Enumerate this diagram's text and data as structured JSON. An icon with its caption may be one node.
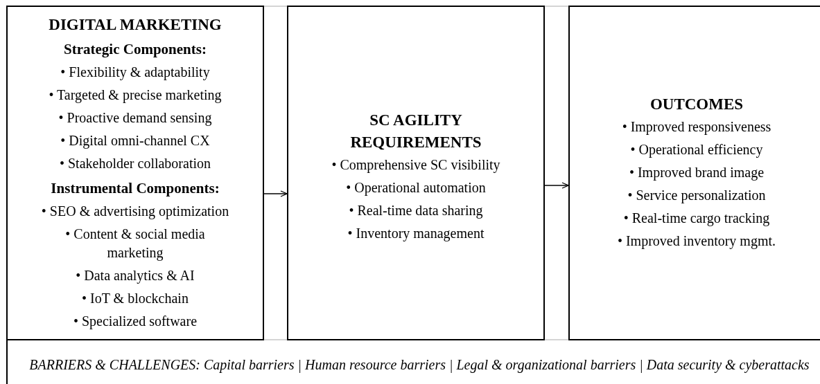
{
  "diagram": {
    "nodes": [
      {
        "text": [
          "DIGITAL MARKETING",
          "Strategic Components:",
          "• Flexibility & adaptability",
          "• Targeted & precise marketing",
          "• Proactive demand sensing",
          "• Digital omni-channel CX",
          "• Stakeholder collaboration",
          "Instrumental Components:",
          "• SEO & advertising optimization",
          "• Content & social media marketing",
          "• Data analytics & AI",
          "• IoT & blockchain",
          "• Specialized software"
        ]
      },
      {
        "text": [
          "SC AGILITY REQUIREMENTS",
          "• Comprehensive SC visibility",
          "• Operational automation",
          "• Real-time data sharing",
          "• Inventory management"
        ]
      },
      {
        "text": [
          "OUTCOMES",
          "• Improved responsiveness",
          "• Operational efficiency",
          "• Improved brand image",
          "• Service personalization",
          "• Real-time cargo tracking",
          "• Improved inventory mgmt."
        ]
      },
      {
        "text": [
          "BARRIERS & CHALLENGES: Capital barriers | Human resource barriers | Legal & organizational barriers | Data security & cyberattacks"
        ]
      }
    ],
    "edges": [
      {
        "from": 0,
        "to": 1,
        "arrow": "to"
      },
      {
        "from": 1,
        "to": 2,
        "arrow": "to"
      }
    ]
  }
}
